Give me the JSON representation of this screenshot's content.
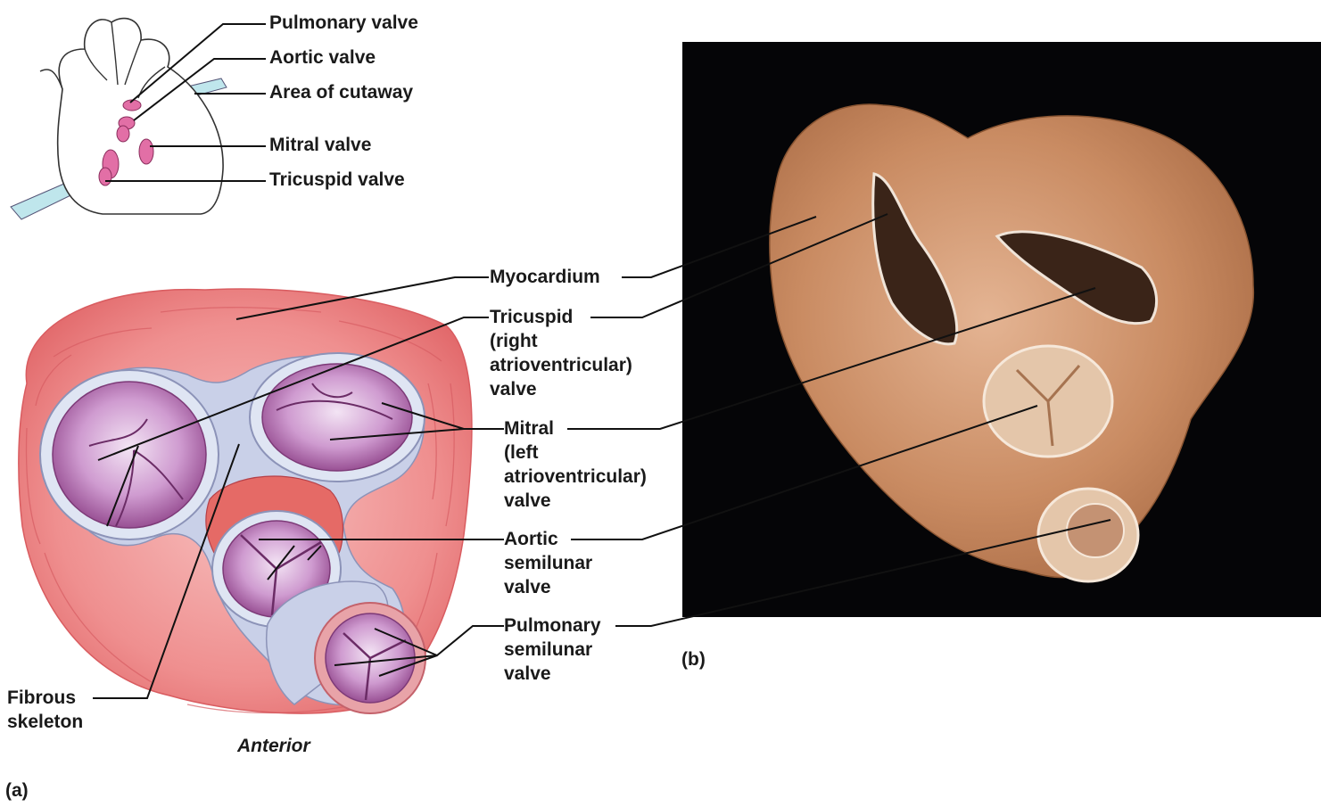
{
  "inset_labels": {
    "pulmonary_valve": "Pulmonary valve",
    "aortic_valve": "Aortic valve",
    "area_of_cutaway": "Area of cutaway",
    "mitral_valve": "Mitral valve",
    "tricuspid_valve": "Tricuspid valve"
  },
  "main_labels": {
    "myocardium": "Myocardium",
    "tricuspid": [
      "Tricuspid",
      "(right",
      "atrioventricular)",
      "valve"
    ],
    "mitral": [
      "Mitral",
      "(left",
      "atrioventricular)",
      "valve"
    ],
    "aortic": [
      "Aortic",
      "semilunar",
      "valve"
    ],
    "pulmonary": [
      "Pulmonary",
      "semilunar",
      "valve"
    ],
    "fibrous": [
      "Fibrous",
      "skeleton"
    ],
    "anterior": "Anterior"
  },
  "panel_labels": {
    "a": "(a)",
    "b": "(b)"
  },
  "colors": {
    "myocardium": "#ef8a8a",
    "valve_ring": "#c9d4ea",
    "leaflet": "#b76aa8",
    "photo_bg": "#050507",
    "specimen": "#c98e66",
    "inset_valve": "#e26fa6",
    "cutaway_plane": "#bfe6ec"
  }
}
